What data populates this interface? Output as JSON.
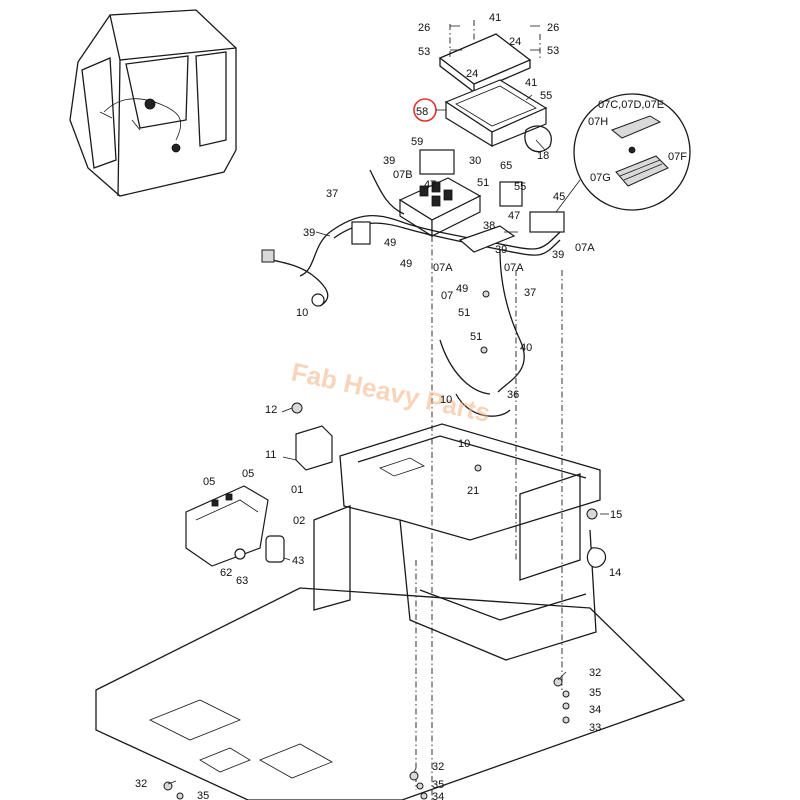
{
  "labels": [
    {
      "id": "l26a",
      "text": "26"
    },
    {
      "id": "l41a",
      "text": "41"
    },
    {
      "id": "l26b",
      "text": "26"
    },
    {
      "id": "l53a",
      "text": "53"
    },
    {
      "id": "l24a",
      "text": "24"
    },
    {
      "id": "l53b",
      "text": "53"
    },
    {
      "id": "l24b",
      "text": "24"
    },
    {
      "id": "l41b",
      "text": "41"
    },
    {
      "id": "l55a",
      "text": "55"
    },
    {
      "id": "l58",
      "text": "58"
    },
    {
      "id": "l18",
      "text": "18"
    },
    {
      "id": "l59",
      "text": "59"
    },
    {
      "id": "l39a",
      "text": "39"
    },
    {
      "id": "l30",
      "text": "30"
    },
    {
      "id": "l65",
      "text": "65"
    },
    {
      "id": "l07b",
      "text": "07B"
    },
    {
      "id": "l47a",
      "text": "47"
    },
    {
      "id": "l51a",
      "text": "51"
    },
    {
      "id": "l55b",
      "text": "55"
    },
    {
      "id": "l45",
      "text": "45"
    },
    {
      "id": "l37a",
      "text": "37"
    },
    {
      "id": "l38",
      "text": "38"
    },
    {
      "id": "l47b",
      "text": "47"
    },
    {
      "id": "l39b",
      "text": "39"
    },
    {
      "id": "l49a",
      "text": "49"
    },
    {
      "id": "l39c",
      "text": "39"
    },
    {
      "id": "l07a1",
      "text": "07A"
    },
    {
      "id": "l39d",
      "text": "39"
    },
    {
      "id": "l49b",
      "text": "49"
    },
    {
      "id": "l07a2",
      "text": "07A"
    },
    {
      "id": "l07a3",
      "text": "07A"
    },
    {
      "id": "l07",
      "text": "07"
    },
    {
      "id": "l49c",
      "text": "49"
    },
    {
      "id": "l37b",
      "text": "37"
    },
    {
      "id": "l10a",
      "text": "10"
    },
    {
      "id": "l51b",
      "text": "51"
    },
    {
      "id": "l51c",
      "text": "51"
    },
    {
      "id": "l40",
      "text": "40"
    },
    {
      "id": "l10b",
      "text": "10"
    },
    {
      "id": "l36",
      "text": "36"
    },
    {
      "id": "l10c",
      "text": "10"
    },
    {
      "id": "l12",
      "text": "12"
    },
    {
      "id": "l11",
      "text": "11"
    },
    {
      "id": "l05a",
      "text": "05"
    },
    {
      "id": "l05b",
      "text": "05"
    },
    {
      "id": "l01",
      "text": "01"
    },
    {
      "id": "l02",
      "text": "02"
    },
    {
      "id": "l21",
      "text": "21"
    },
    {
      "id": "l15",
      "text": "15"
    },
    {
      "id": "l43",
      "text": "43"
    },
    {
      "id": "l62",
      "text": "62"
    },
    {
      "id": "l63",
      "text": "63"
    },
    {
      "id": "l14",
      "text": "14"
    },
    {
      "id": "l32a",
      "text": "32"
    },
    {
      "id": "l35a",
      "text": "35"
    },
    {
      "id": "l34a",
      "text": "34"
    },
    {
      "id": "l33",
      "text": "33"
    },
    {
      "id": "l32b",
      "text": "32"
    },
    {
      "id": "l35b",
      "text": "35"
    },
    {
      "id": "l34b",
      "text": "34"
    },
    {
      "id": "l32c",
      "text": "32"
    },
    {
      "id": "l35c",
      "text": "35"
    },
    {
      "id": "ld1",
      "text": "07C,07D,07E"
    },
    {
      "id": "ld2",
      "text": "07H"
    },
    {
      "id": "ld3",
      "text": "07G"
    },
    {
      "id": "ld4",
      "text": "07F"
    }
  ],
  "watermark": "Fab Heavy Parts",
  "colors": {
    "highlight": "#e0312b",
    "watermark": "#f4b183",
    "line": "#1a1a1a"
  }
}
